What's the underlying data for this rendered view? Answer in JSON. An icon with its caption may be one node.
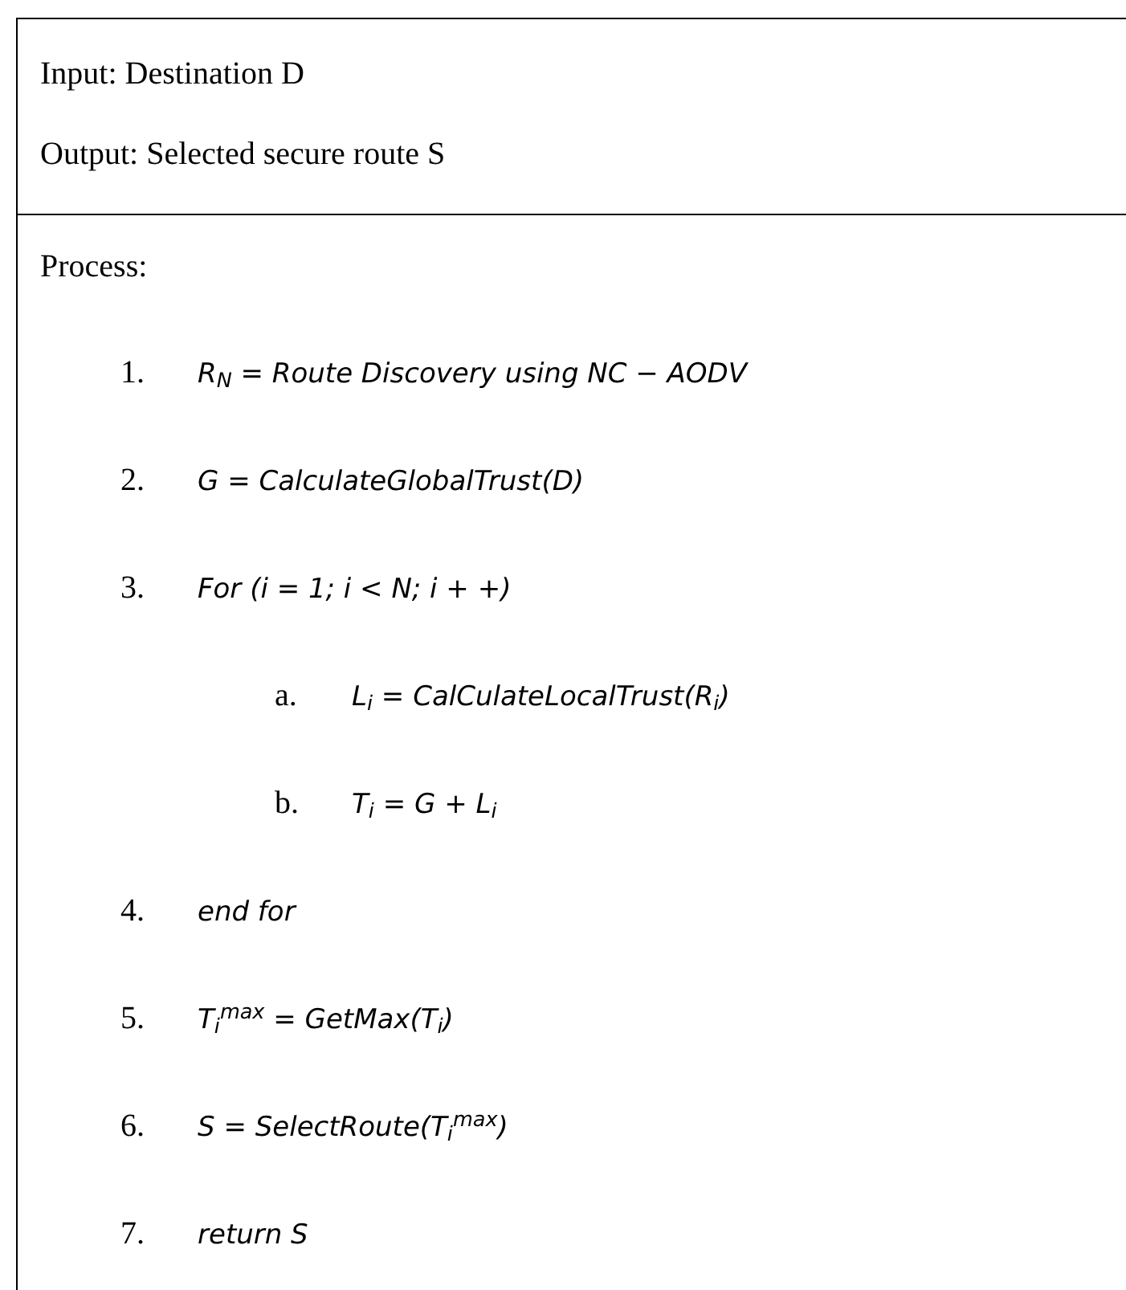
{
  "diagram": {
    "nodes": [
      {
        "text": [
          "Input: Destination D",
          "Output: Selected secure route S"
        ]
      },
      {
        "text": [
          "Process:",
          "1.",
          "R$_{N}$ = Route Discovery using NC − AODV",
          "2.",
          "G = CalculateGlobalTrust(D)",
          "3.",
          "For (i = 1; i < N; i + +)",
          "a.",
          "L$_{i}$ = CalCulateLocalTrust(R$_{i}$)",
          "b.",
          "T$_{i}$ = G + L$_{i}$",
          "4.",
          "end for",
          "5.",
          "T$_{i}$$^{max}$ = GetMax(T$_{i}$)",
          "6.",
          "S = SelectRoute(T$_{i}$$^{max}$)",
          "7.",
          "return S"
        ]
      }
    ]
  }
}
